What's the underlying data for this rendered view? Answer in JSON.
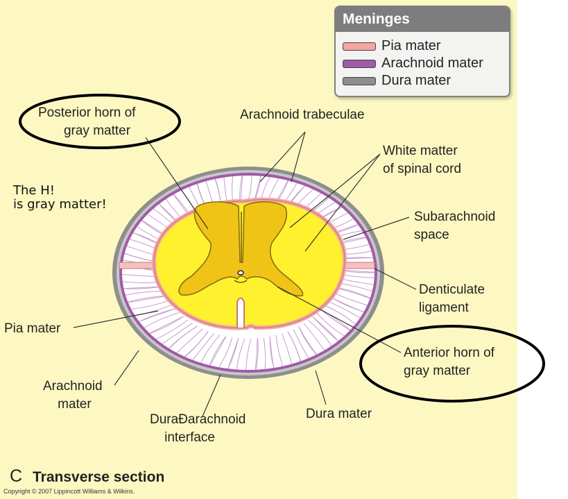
{
  "legend": {
    "title": "Meninges",
    "items": [
      {
        "label": "Pia mater",
        "color": "#f4a6a3"
      },
      {
        "label": "Arachnoid mater",
        "color": "#a15aa8"
      },
      {
        "label": "Dura mater",
        "color": "#8e8e8e"
      }
    ]
  },
  "labels": {
    "posterior_horn": "Posterior horn of\n       gray matter",
    "arachnoid_trabeculae": "Arachnoid trabeculae",
    "white_matter": "White matter\nof spinal cord",
    "subarachnoid_space": "Subarachnoid\nspace",
    "denticulate_ligament": "Denticulate\nligament",
    "anterior_horn": "Anterior horn of\ngray matter",
    "pia_mater": "Pia mater",
    "arachnoid_mater": "Arachnoid\n    mater",
    "dura_arachnoid_interface": "DuraĐarachnoid\n    interface",
    "dura_mater": "Dura mater"
  },
  "annotation": {
    "text": "The H!\nis gray matter!"
  },
  "caption": {
    "panel_letter": "C",
    "title": "Transverse section",
    "copyright": "Copyright © 2007 Lippincott Williams & Wilkins."
  },
  "colors": {
    "background": "#fdf8c2",
    "gray_matter": "#f0c417",
    "white_matter": "#fff12e",
    "pia": "#f4a6a3",
    "arachnoid": "#a15aa8",
    "dura": "#8e8e8e"
  }
}
